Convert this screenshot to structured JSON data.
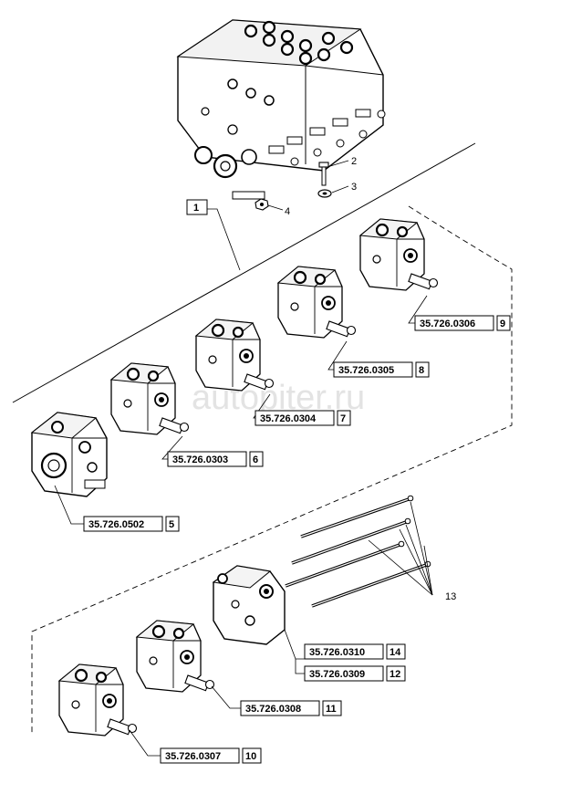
{
  "diagram": {
    "callouts": [
      {
        "number": "1"
      },
      {
        "number": "2"
      },
      {
        "number": "3"
      },
      {
        "number": "4"
      },
      {
        "number": "13"
      }
    ],
    "part_labels": [
      {
        "code": "35.726.0306",
        "item": "9"
      },
      {
        "code": "35.726.0305",
        "item": "8"
      },
      {
        "code": "35.726.0304",
        "item": "7"
      },
      {
        "code": "35.726.0303",
        "item": "6"
      },
      {
        "code": "35.726.0502",
        "item": "5"
      },
      {
        "code": "35.726.0310",
        "item": "14"
      },
      {
        "code": "35.726.0309",
        "item": "12"
      },
      {
        "code": "35.726.0308",
        "item": "11"
      },
      {
        "code": "35.726.0307",
        "item": "10"
      }
    ],
    "watermark": "autopiter.ru"
  }
}
